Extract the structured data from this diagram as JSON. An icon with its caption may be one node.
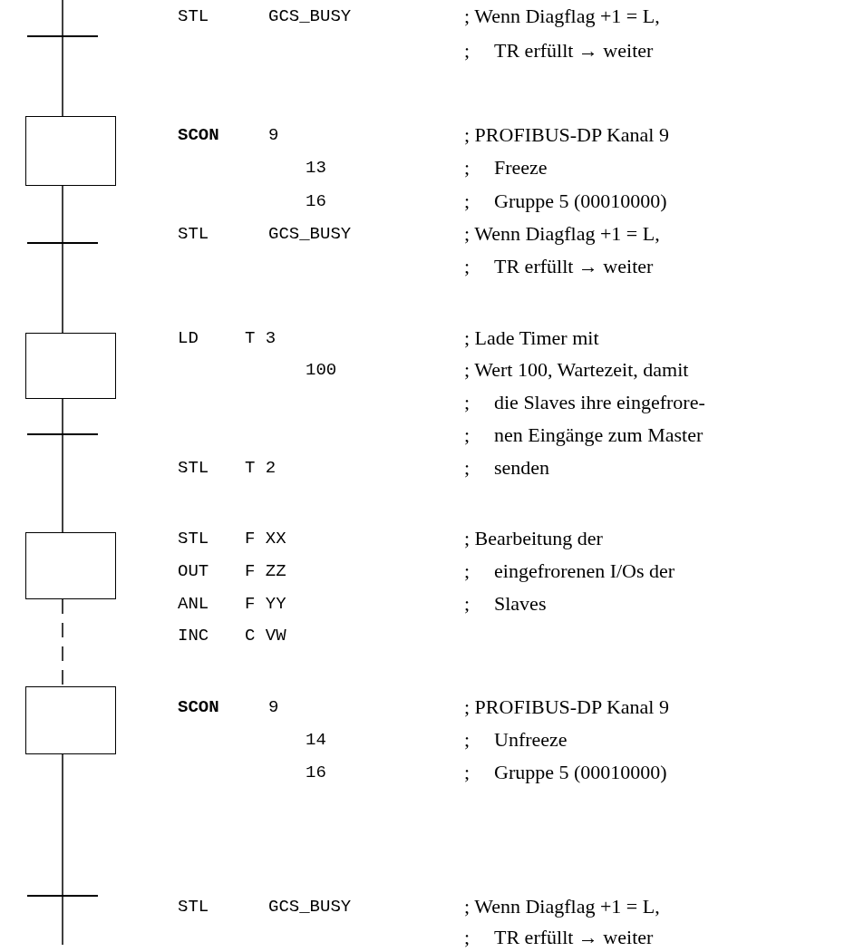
{
  "diagram": {
    "nodes": [
      {
        "text": [],
        "shape": "bar"
      },
      {
        "text": [],
        "shape": "box"
      },
      {
        "text": [],
        "shape": "bar"
      },
      {
        "text": [],
        "shape": "box"
      },
      {
        "text": [],
        "shape": "bar"
      },
      {
        "text": [],
        "shape": "box"
      },
      {
        "text": [],
        "shape": "box"
      },
      {
        "text": [],
        "shape": "bar"
      }
    ],
    "edges": [
      {
        "from": null,
        "to": 0,
        "arrow": "none"
      },
      {
        "from": 0,
        "to": 1,
        "arrow": "none"
      },
      {
        "from": 1,
        "to": 2,
        "arrow": "none"
      },
      {
        "from": 2,
        "to": 3,
        "arrow": "none"
      },
      {
        "from": 3,
        "to": 4,
        "arrow": "none"
      },
      {
        "from": 4,
        "to": 5,
        "arrow": "none"
      },
      {
        "from": 5,
        "to": 6,
        "arrow": "none",
        "style": "dashed"
      },
      {
        "from": 6,
        "to": 7,
        "arrow": "none"
      },
      {
        "from": 7,
        "to": null,
        "arrow": "none"
      }
    ],
    "labels": [
      "STL",
      "GCS_BUSY",
      "; Wenn Diagflag +1 = L,",
      ";",
      "TR erfüllt → weiter",
      "SCON",
      "9",
      "; PROFIBUS-DP Kanal 9",
      "13",
      ";",
      "Freeze",
      "16",
      ";",
      "Gruppe 5 (00010000)",
      "STL",
      "GCS_BUSY",
      "; Wenn Diagflag +1 = L,",
      ";",
      "TR erfüllt → weiter",
      "LD",
      "T 3",
      "; Lade Timer mit",
      "100",
      "; Wert 100, Wartezeit, damit",
      ";",
      "die Slaves ihre eingefrore-",
      ";",
      "nen Eingänge zum Master",
      "STL",
      "T 2",
      ";",
      "senden",
      "STL",
      "F XX",
      "; Bearbeitung der",
      "OUT",
      "F ZZ",
      ";",
      "eingefrorenen I/Os der",
      "ANL",
      "F YY",
      ";",
      "Slaves",
      "INC",
      "C VW",
      "SCON",
      "9",
      "; PROFIBUS-DP Kanal 9",
      "14",
      ";",
      "Unfreeze",
      "16",
      ";",
      "Gruppe 5 (00010000)",
      "STL",
      "GCS_BUSY",
      "; Wenn Diagflag +1 = L,",
      ";",
      "TR erfüllt → weiter"
    ]
  }
}
